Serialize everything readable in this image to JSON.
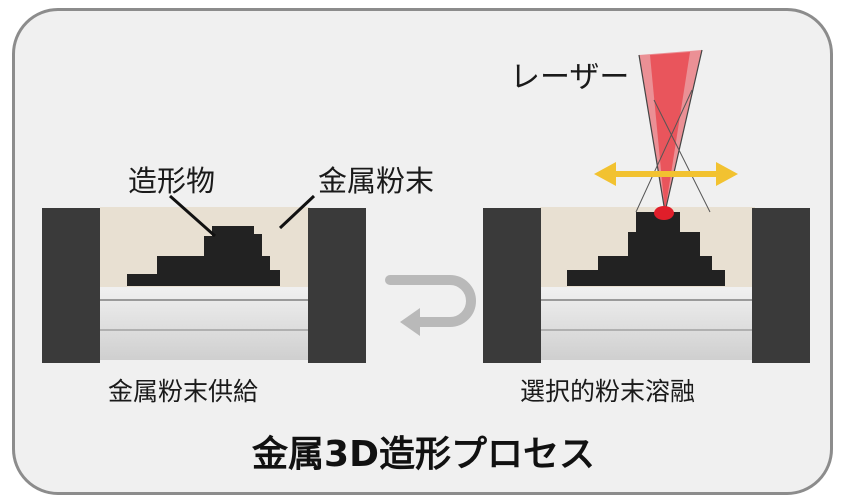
{
  "labels": {
    "laser": "レーザー",
    "built_object": "造形物",
    "metal_powder": "金属粉末"
  },
  "captions": {
    "left": "金属粉末供給",
    "right": "選択的粉末溶融"
  },
  "title": "金属3D造形プロセス",
  "icons": {
    "cycle": "return-arrow-icon",
    "scan": "double-arrow-icon"
  },
  "colors": {
    "frame_border": "#8c8c8c",
    "frame_fill": "#f0f0f0",
    "wall": "#3a3a3a",
    "powder": "#e8e0d2",
    "object": "#222222",
    "laser": "#e8424a",
    "scan_arrow": "#f2c230",
    "cycle_arrow": "#b9b9b9"
  }
}
